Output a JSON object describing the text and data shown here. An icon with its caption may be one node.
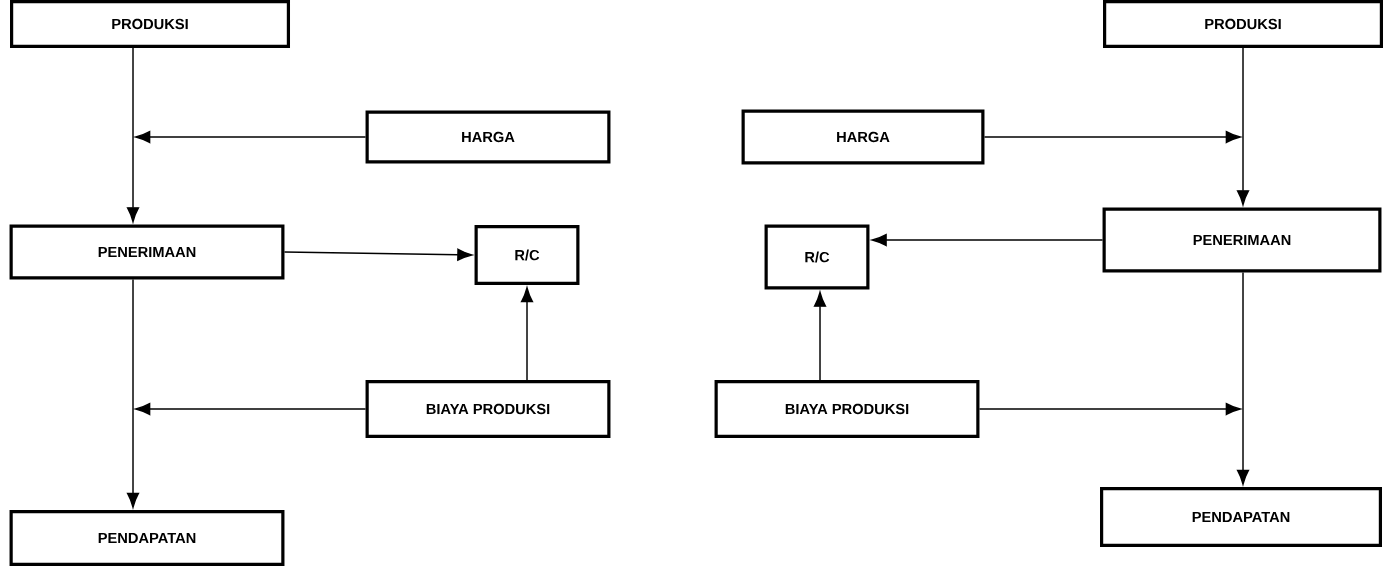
{
  "diagram": {
    "nodes": [
      {
        "text": [
          "PRODUKSI"
        ]
      },
      {
        "text": [
          "HARGA"
        ]
      },
      {
        "text": [
          "PENERIMAAN"
        ]
      },
      {
        "text": [
          "R/C"
        ]
      },
      {
        "text": [
          "BIAYA PRODUKSI"
        ]
      },
      {
        "text": [
          "PENDAPATAN"
        ]
      },
      {
        "text": [
          "PRODUKSI"
        ]
      },
      {
        "text": [
          "HARGA"
        ]
      },
      {
        "text": [
          "PENERIMAAN"
        ]
      },
      {
        "text": [
          "R/C"
        ]
      },
      {
        "text": [
          "BIAYA PRODUKSI"
        ]
      },
      {
        "text": [
          "PENDAPATAN"
        ]
      }
    ],
    "edges": [
      {
        "from": 0,
        "to": 2,
        "arrow": "to"
      },
      {
        "from": 1,
        "to": null,
        "arrow": "to"
      },
      {
        "from": 2,
        "to": 3,
        "arrow": "to"
      },
      {
        "from": 2,
        "to": 5,
        "arrow": "to"
      },
      {
        "from": 4,
        "to": null,
        "arrow": "to"
      },
      {
        "from": 4,
        "to": 3,
        "arrow": "to"
      },
      {
        "from": 6,
        "to": 8,
        "arrow": "to"
      },
      {
        "from": 7,
        "to": null,
        "arrow": "to"
      },
      {
        "from": 8,
        "to": 9,
        "arrow": "to"
      },
      {
        "from": 10,
        "to": 9,
        "arrow": "to"
      },
      {
        "from": 8,
        "to": 11,
        "arrow": "to"
      },
      {
        "from": 10,
        "to": null,
        "arrow": "to"
      }
    ]
  }
}
